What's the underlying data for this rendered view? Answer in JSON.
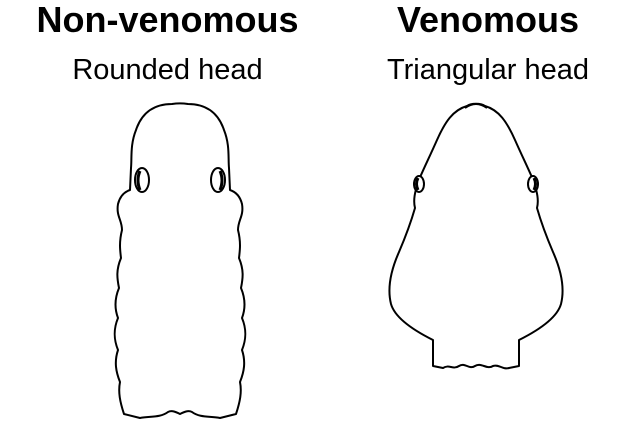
{
  "nonvenomous": {
    "title": "Non-venomous",
    "subtitle": "Rounded head"
  },
  "venomous": {
    "title": "Venomous",
    "subtitle": "Triangular head"
  },
  "colors": {
    "outline": "#000000",
    "background": "#ffffff"
  }
}
